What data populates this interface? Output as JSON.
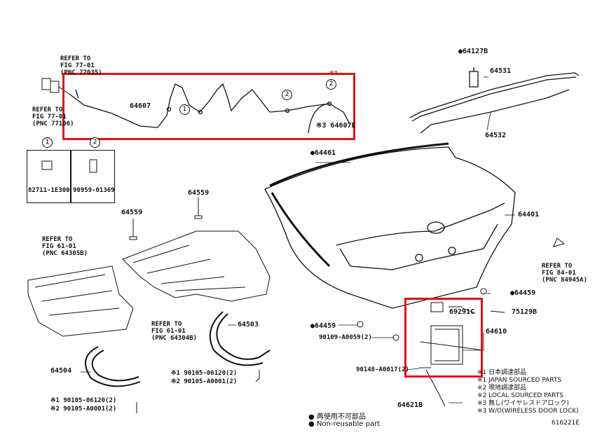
{
  "refs": {
    "fig77a": [
      "REFER TO",
      "FIG 77-01",
      "(PNC 77035)"
    ],
    "fig77b": [
      "REFER TO",
      "FIG 77-01",
      "(PNC 77106)"
    ],
    "fig61a": [
      "REFER TO",
      "FIG 61-01",
      "(PNC 64305B)"
    ],
    "fig61b": [
      "REFER TO",
      "FIG 61-01",
      "(PNC 64304B)"
    ],
    "fig84": [
      "REFER TO",
      "FIG 84-01",
      "(PNC 84945A)"
    ]
  },
  "parts": {
    "p64607": "64607",
    "p64607e": "※3 64607E",
    "p64127b": "●64127B",
    "p64531": "64531",
    "p64532": "64532",
    "p64461": "●64461",
    "p64401": "64401",
    "p64559a": "64559",
    "p64559b": "64559",
    "p64459a": "●64459",
    "p64459b": "●64459",
    "p69291c": "69291C",
    "p75129b": "75129B",
    "p64610": "64610",
    "p64503": "64503",
    "p64504": "64504",
    "p64621b": "64621B",
    "p90109": "90109-A0059(2)",
    "p90148": "90148-A0017(2)",
    "bolt1a": "※1 90105-06120(2)",
    "bolt2a": "※2 90105-A0001(2)",
    "bolt1b": "※1 90105-06120(2)",
    "bolt2b": "※2 90105-A0001(2)",
    "clip1": "82711-1E300",
    "clip2": "90959-01369",
    "xsign": "※3"
  },
  "markers": {
    "m1": "1",
    "m2": "2",
    "m1b": "1",
    "m2b": "2",
    "m2c": "2"
  },
  "notes": [
    "※1 日本調達部品",
    "※1 JAPAN SOURCED PARTS",
    "※2 現地調達部品",
    "※2 LOCAL SOURCED PARTS",
    "※3 無し(ワイヤレスドアロック)",
    "※3 W/O(WIRELESS DOOR LOCK)"
  ],
  "code": "616221E",
  "legend": {
    "reuse_jp": "再使用不可部品",
    "reuse_en": "Non-reusable part"
  },
  "colors": {
    "highlight": "#e0141a",
    "line": "#111111"
  }
}
